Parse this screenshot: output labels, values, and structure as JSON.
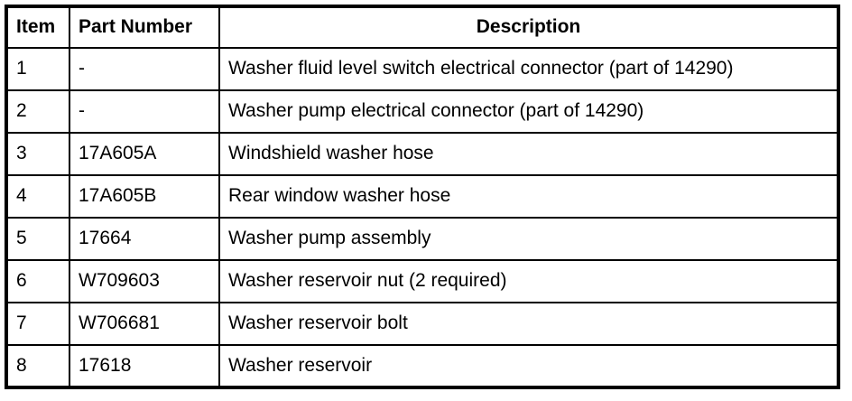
{
  "colors": {
    "border": "#000000",
    "background": "#ffffff",
    "text": "#000000"
  },
  "table": {
    "headers": {
      "item": "Item",
      "part_number": "Part Number",
      "description": "Description"
    },
    "rows": [
      {
        "item": "1",
        "part_number": "-",
        "description": "Washer fluid level switch electrical connector (part of 14290)"
      },
      {
        "item": "2",
        "part_number": "-",
        "description": "Washer pump electrical connector (part of 14290)"
      },
      {
        "item": "3",
        "part_number": "17A605A",
        "description": "Windshield washer hose"
      },
      {
        "item": "4",
        "part_number": "17A605B",
        "description": "Rear window washer hose"
      },
      {
        "item": "5",
        "part_number": "17664",
        "description": "Washer pump assembly"
      },
      {
        "item": "6",
        "part_number": "W709603",
        "description": "Washer reservoir nut (2 required)"
      },
      {
        "item": "7",
        "part_number": "W706681",
        "description": "Washer reservoir bolt"
      },
      {
        "item": "8",
        "part_number": "17618",
        "description": "Washer reservoir"
      }
    ]
  }
}
